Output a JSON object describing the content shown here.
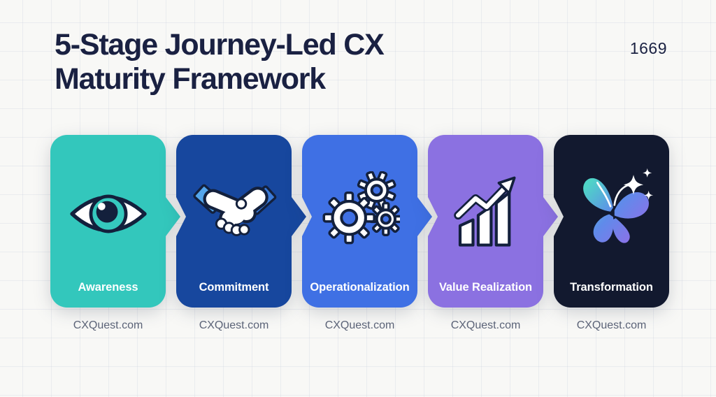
{
  "page": {
    "background": "#F8F8F6",
    "grid_color": "#C7CDDA"
  },
  "header": {
    "title_line1": "5-Stage Journey-Led CX",
    "title_line2": "Maturity Framework",
    "title_color": "#1A2142",
    "counter": "1669"
  },
  "stages": [
    {
      "label": "Awareness",
      "color": "#33C7BC",
      "icon": "eye-icon",
      "source": "CXQuest.com"
    },
    {
      "label": "Commitment",
      "color": "#17479E",
      "icon": "handshake-icon",
      "source": "CXQuest.com"
    },
    {
      "label": "Operationalization",
      "color": "#3F70E4",
      "icon": "gears-icon",
      "source": "CXQuest.com"
    },
    {
      "label": "Value Realization",
      "color": "#8B71E1",
      "icon": "chart-growth-icon",
      "source": "CXQuest.com"
    },
    {
      "label": "Transformation",
      "color": "#12192F",
      "icon": "butterfly-icon",
      "source": "CXQuest.com"
    }
  ],
  "icon_colors": {
    "outline": "#13203C",
    "icon_fill": "#FFFFFF",
    "eye_iris": "#35C9BE",
    "cuff_left": "#54A6EC",
    "cuff_right": "#3B7BD9",
    "butterfly_start": "#4FD4C7",
    "butterfly_mid": "#5F8BEA",
    "butterfly_end": "#8F6FE8"
  },
  "label_color": "#FFFFFF",
  "source_color": "#5B6377"
}
